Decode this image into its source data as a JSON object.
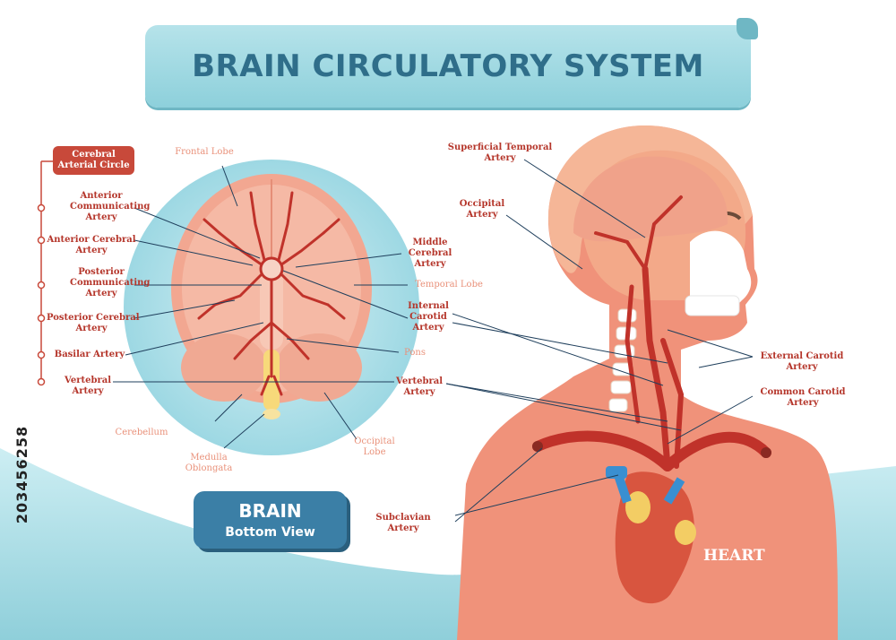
{
  "title": "BRAIN CIRCULATORY SYSTEM",
  "badge": {
    "line1": "Cerebral",
    "line2": "Arterial Circle"
  },
  "brain_box": {
    "line1": "BRAIN",
    "line2": "Bottom View"
  },
  "heart_label": "HEART",
  "stock_id": "203456258",
  "colors": {
    "title_bg": "#8dd0db",
    "title_text": "#2f6e8a",
    "label_red": "#b5362b",
    "label_peach": "#e9917a",
    "artery": "#c0322a",
    "skin": "#f0927a",
    "teal": "#9fd8e2",
    "box_blue": "#3b7fa6"
  },
  "left_labels": [
    {
      "id": "anterior-communicating",
      "lines": [
        "Anterior",
        "Communicating",
        "Artery"
      ]
    },
    {
      "id": "anterior-cerebral",
      "lines": [
        "Anterior Cerebral",
        "Artery"
      ]
    },
    {
      "id": "posterior-communicating",
      "lines": [
        "Posterior",
        "Communicating",
        "Artery"
      ]
    },
    {
      "id": "posterior-cerebral",
      "lines": [
        "Posterior Cerebral",
        "Artery"
      ]
    },
    {
      "id": "basilar",
      "lines": [
        "Basilar Artery"
      ]
    },
    {
      "id": "vertebral-left",
      "lines": [
        "Vertebral",
        "Artery"
      ]
    }
  ],
  "brain_labels": {
    "frontal_lobe": "Frontal Lobe",
    "middle_cerebral": [
      "Middle",
      "Cerebral",
      "Artery"
    ],
    "temporal_lobe": "Temporal Lobe",
    "internal_carotid": [
      "Internal",
      "Carotid",
      "Artery"
    ],
    "pons": "Pons",
    "vertebral_right": [
      "Vertebral",
      "Artery"
    ],
    "cerebellum": "Cerebellum",
    "medulla": [
      "Medulla",
      "Oblongata"
    ],
    "occipital_lobe": [
      "Occipital",
      "Lobe"
    ]
  },
  "head_labels": {
    "superficial_temporal": [
      "Superficial Temporal",
      "Artery"
    ],
    "occipital_artery": [
      "Occipital",
      "Artery"
    ],
    "external_carotid": [
      "External Carotid",
      "Artery"
    ],
    "common_carotid": [
      "Common Carotid",
      "Artery"
    ],
    "subclavian": [
      "Subclavian",
      "Artery"
    ]
  }
}
